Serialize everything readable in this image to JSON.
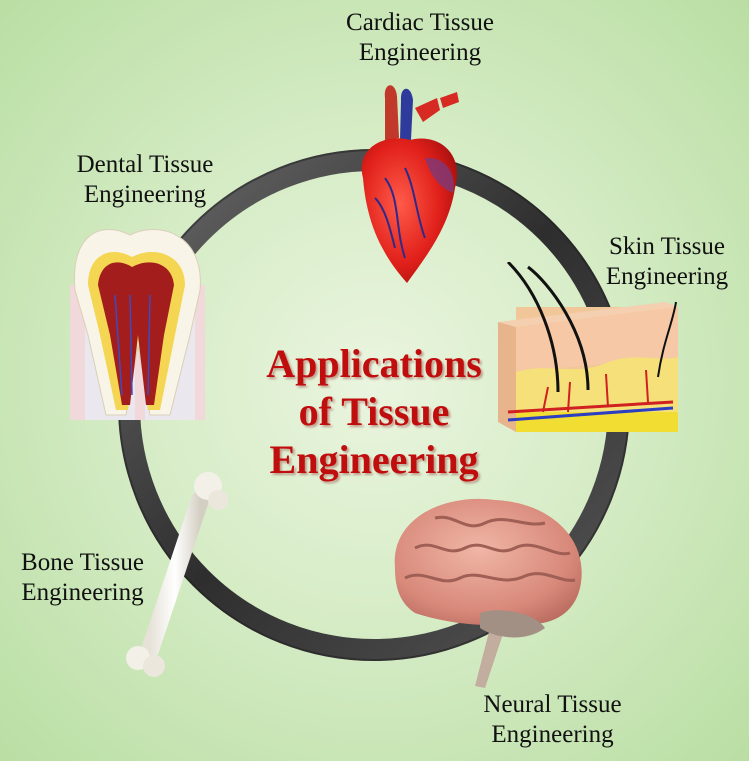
{
  "center_title": {
    "line1": "Applications",
    "line2": "of Tissue",
    "line3": "Engineering"
  },
  "labels": {
    "cardiac": {
      "line1": "Cardiac Tissue",
      "line2": "Engineering"
    },
    "dental": {
      "line1": "Dental Tissue",
      "line2": "Engineering"
    },
    "skin": {
      "line1": "Skin Tissue",
      "line2": "Engineering"
    },
    "bone": {
      "line1": "Bone Tissue",
      "line2": "Engineering"
    },
    "neural": {
      "line1": "Neural Tissue",
      "line2": "Engineering"
    }
  },
  "colors": {
    "title": "#c00d0d",
    "ring": "#3a3a3a",
    "background": "#d6ecc6"
  },
  "icons": [
    "heart-icon",
    "tooth-icon",
    "skin-icon",
    "bone-icon",
    "brain-icon"
  ]
}
